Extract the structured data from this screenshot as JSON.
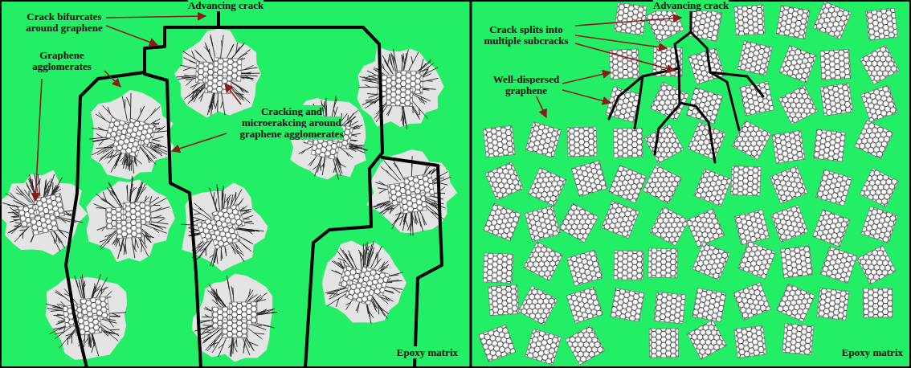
{
  "diagram": {
    "labels": [
      "Advancing crack",
      "Crack bifurcates around graphene",
      "Graphene agglomerates",
      "Cracking and microerakcing around graphene agglomerates",
      "Epoxy matrix",
      "Advancing crack",
      "Crack splits into multiple subcracks",
      "Well-dispersed graphene",
      "Epoxy matrix"
    ]
  }
}
